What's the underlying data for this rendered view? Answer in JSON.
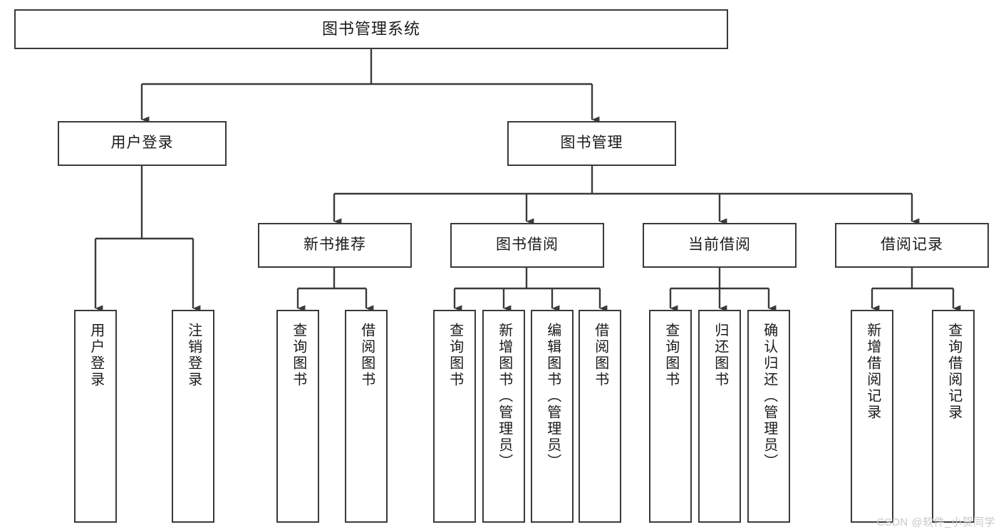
{
  "diagram": {
    "title": "图书管理系统",
    "type": "tree-hierarchy",
    "theme": {
      "background": "#ffffff",
      "node_border": "#3a3a3a",
      "node_fill": "#ffffff",
      "edge_color": "#3a3a3a",
      "text_color": "#1a1a1a",
      "watermark_color": "#c9c9c9"
    },
    "root": {
      "label": "图书管理系统"
    },
    "level2": [
      {
        "label": "用户登录"
      },
      {
        "label": "图书管理"
      }
    ],
    "level3": [
      {
        "label": "新书推荐"
      },
      {
        "label": "图书借阅"
      },
      {
        "label": "当前借阅"
      },
      {
        "label": "借阅记录"
      }
    ],
    "leaves": {
      "user_login": [
        {
          "label": "用户登录"
        },
        {
          "label": "注销登录"
        }
      ],
      "new_book_recommend": [
        {
          "label": "查询图书"
        },
        {
          "label": "借阅图书"
        }
      ],
      "book_borrow": [
        {
          "label": "查询图书"
        },
        {
          "label": "新增图书（管理员）"
        },
        {
          "label": "编辑图书（管理员）"
        },
        {
          "label": "借阅图书"
        }
      ],
      "current_borrow": [
        {
          "label": "查询图书"
        },
        {
          "label": "归还图书"
        },
        {
          "label": "确认归还（管理员）"
        }
      ],
      "borrow_record": [
        {
          "label": "新增借阅记录"
        },
        {
          "label": "查询借阅记录"
        }
      ]
    }
  },
  "watermark": {
    "text": "CSDN @软件_小贺同学"
  }
}
